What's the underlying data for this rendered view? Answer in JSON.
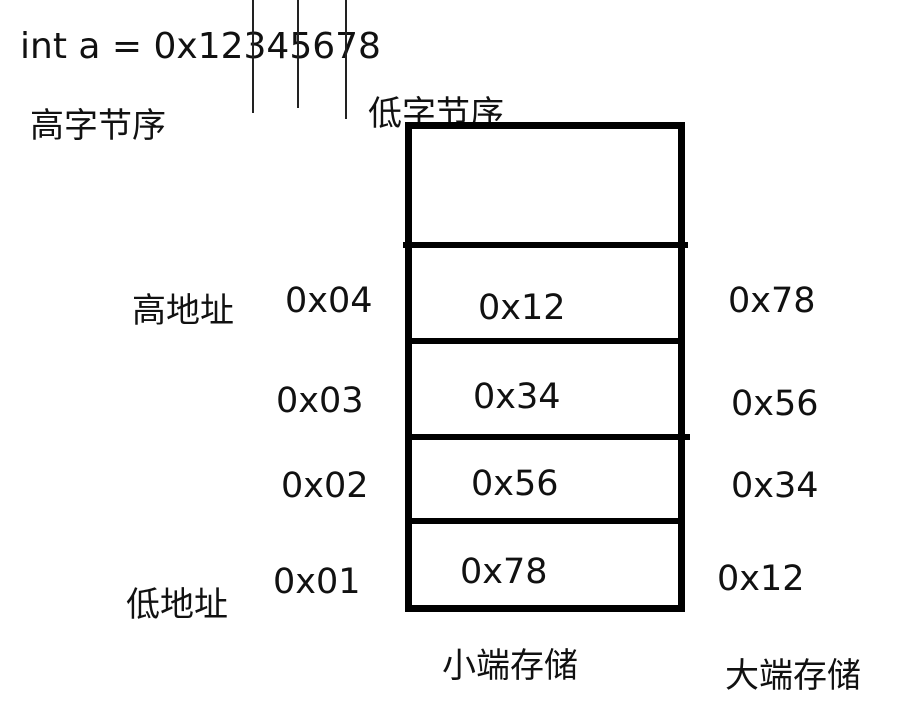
{
  "declaration": "int a = 0x12345678",
  "labels": {
    "high_byte_order": "高字节序",
    "low_byte_order": "低字节序",
    "high_address": "高地址",
    "low_address": "低地址",
    "little_endian": "小端存储",
    "big_endian": "大端存储"
  },
  "addresses": [
    "0x04",
    "0x03",
    "0x02",
    "0x01"
  ],
  "little_endian_cells": [
    "",
    "0x12",
    "0x34",
    "0x56",
    "0x78"
  ],
  "big_endian_values": [
    "0x78",
    "0x56",
    "0x34",
    "0x12"
  ],
  "colors": {
    "line": "#000000",
    "text": "#111111",
    "background": "#ffffff"
  }
}
